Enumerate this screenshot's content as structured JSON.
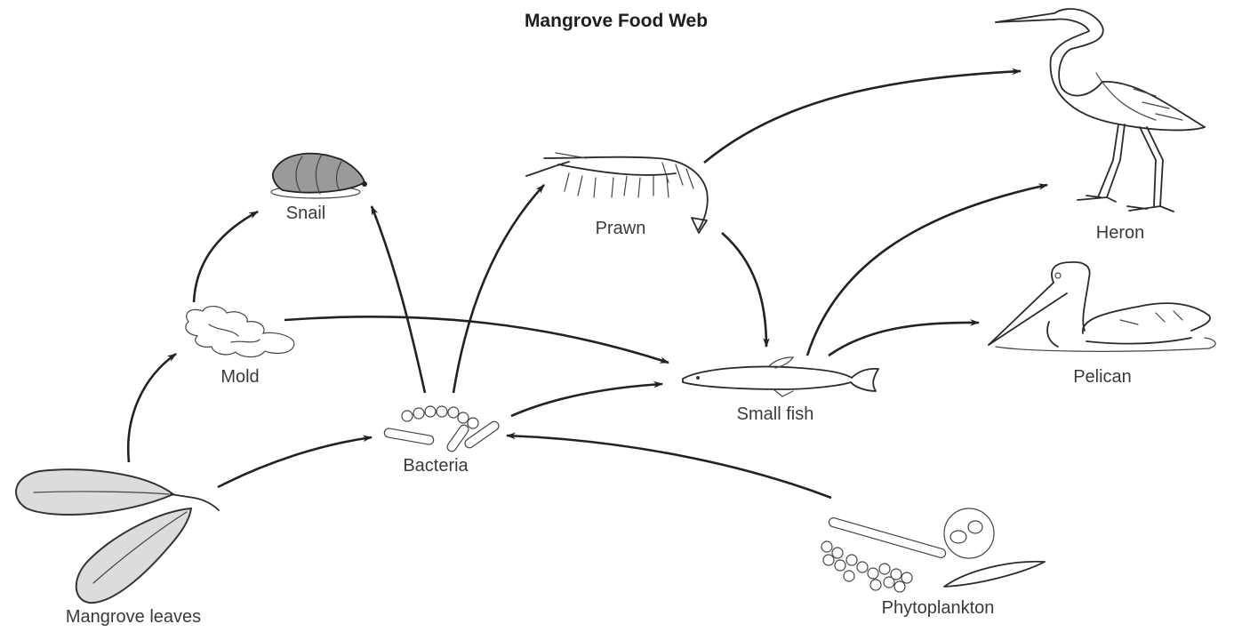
{
  "title": "Mangrove Food Web",
  "organisms": {
    "snail": "Snail",
    "prawn": "Prawn",
    "heron": "Heron",
    "mold": "Mold",
    "pelican": "Pelican",
    "small_fish": "Small fish",
    "bacteria": "Bacteria",
    "mangrove_leaves": "Mangrove leaves",
    "phytoplankton": "Phytoplankton"
  },
  "energy_flows": [
    {
      "from": "Mangrove leaves",
      "to": "Mold"
    },
    {
      "from": "Mangrove leaves",
      "to": "Bacteria"
    },
    {
      "from": "Mold",
      "to": "Snail"
    },
    {
      "from": "Mold",
      "to": "Small fish"
    },
    {
      "from": "Bacteria",
      "to": "Snail"
    },
    {
      "from": "Bacteria",
      "to": "Prawn"
    },
    {
      "from": "Bacteria",
      "to": "Small fish"
    },
    {
      "from": "Phytoplankton",
      "to": "Bacteria"
    },
    {
      "from": "Prawn",
      "to": "Heron"
    },
    {
      "from": "Prawn",
      "to": "Small fish"
    },
    {
      "from": "Small fish",
      "to": "Heron"
    },
    {
      "from": "Small fish",
      "to": "Pelican"
    }
  ]
}
